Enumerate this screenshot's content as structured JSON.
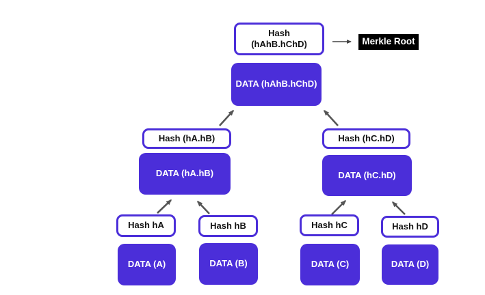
{
  "diagram": {
    "type": "merkle-tree",
    "merkle_root_label": "Merkle Root",
    "nodes": {
      "root_hash_line1": "Hash",
      "root_hash_line2": "(hAhB.hChD)",
      "root_data": "DATA (hAhB.hChD)",
      "hash_ab": "Hash (hA.hB)",
      "data_ab": "DATA (hA.hB)",
      "hash_cd": "Hash (hC.hD)",
      "data_cd": "DATA (hC.hD)",
      "hash_a": "Hash hA",
      "data_a": "DATA (A)",
      "hash_b": "Hash hB",
      "data_b": "DATA (B)",
      "hash_c": "Hash hC",
      "data_c": "DATA (C)",
      "hash_d": "Hash hD",
      "data_d": "DATA (D)"
    },
    "colors": {
      "node_purple": "#4B2ED9",
      "node_border_purple": "#4B2ED9",
      "arrow_gray": "#555555",
      "merkle_root_bg": "#000000",
      "merkle_root_text": "#FFFFFF"
    }
  }
}
